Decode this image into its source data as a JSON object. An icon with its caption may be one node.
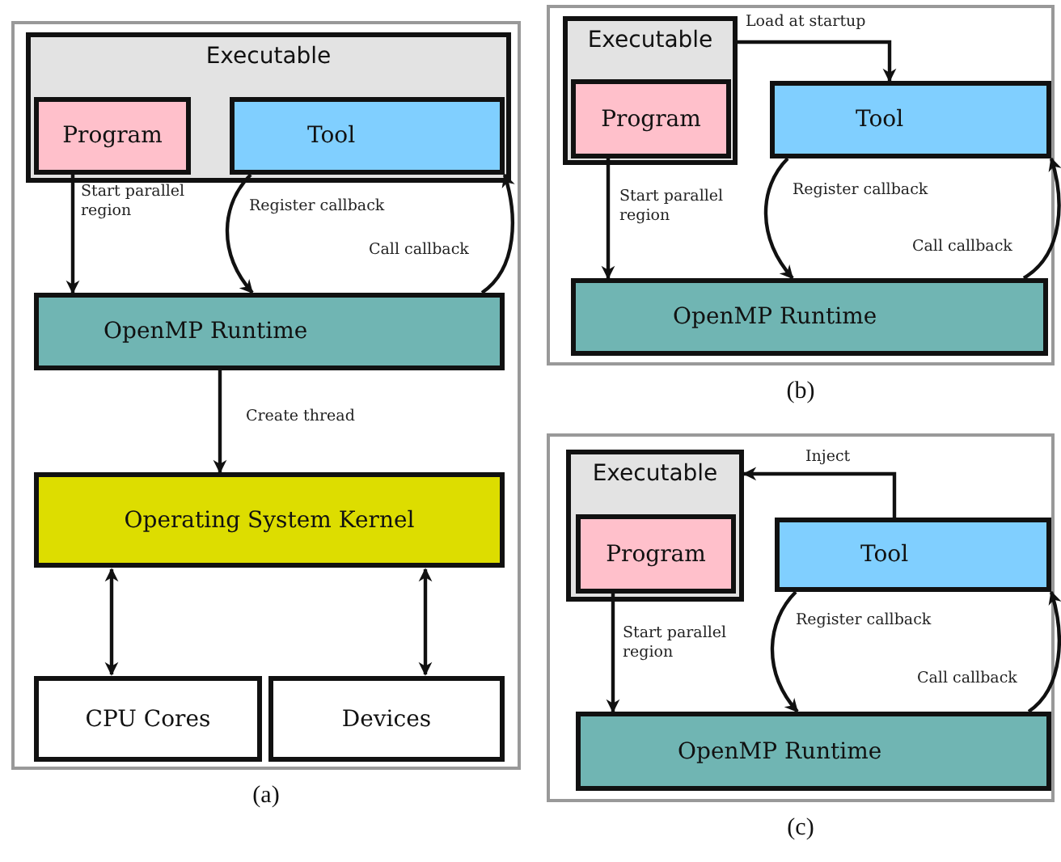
{
  "diagram": {
    "nodes": [
      {
        "text": [],
        "shape": "box",
        "beside": [
          "(a)"
        ]
      },
      {
        "text": [
          "Executable"
        ],
        "in": 0
      },
      {
        "text": [
          "Program"
        ],
        "in": 1
      },
      {
        "text": [
          "Tool"
        ],
        "in": 1
      },
      {
        "text": [
          "OpenMP Runtime"
        ],
        "in": 0
      },
      {
        "text": [
          "Operating System Kernel"
        ],
        "in": 0
      },
      {
        "text": [
          "CPU Cores"
        ],
        "in": 0
      },
      {
        "text": [
          "Devices"
        ],
        "in": 0
      },
      {
        "text": [],
        "shape": "box",
        "beside": [
          "(b)"
        ]
      },
      {
        "text": [
          "Executable"
        ],
        "in": 8
      },
      {
        "text": [
          "Program"
        ],
        "in": 9
      },
      {
        "text": [
          "Tool"
        ],
        "in": 8
      },
      {
        "text": [
          "OpenMP Runtime"
        ],
        "in": 8
      },
      {
        "text": [],
        "shape": "box",
        "beside": [
          "(c)"
        ]
      },
      {
        "text": [
          "Executable"
        ],
        "in": 13
      },
      {
        "text": [
          "Program"
        ],
        "in": 14
      },
      {
        "text": [
          "Tool"
        ],
        "in": 13
      },
      {
        "text": [
          "OpenMP Runtime"
        ],
        "in": 13
      }
    ],
    "edges": [
      {
        "from": 2,
        "to": 4,
        "arrow": "to",
        "label": "Start parallel region"
      },
      {
        "from": 3,
        "to": 4,
        "arrow": "to",
        "label": "Register callback"
      },
      {
        "from": 4,
        "to": 3,
        "arrow": "to",
        "label": "Call callback"
      },
      {
        "from": 4,
        "to": 5,
        "arrow": "to",
        "label": "Create thread"
      },
      {
        "from": 5,
        "to": 6,
        "arrow": "both"
      },
      {
        "from": 5,
        "to": 7,
        "arrow": "both"
      },
      {
        "from": 9,
        "to": 11,
        "arrow": "to",
        "label": "Load at startup"
      },
      {
        "from": 10,
        "to": 12,
        "arrow": "to",
        "label": "Start parallel region"
      },
      {
        "from": 11,
        "to": 12,
        "arrow": "to",
        "label": "Register callback"
      },
      {
        "from": 12,
        "to": 11,
        "arrow": "to",
        "label": "Call callback"
      },
      {
        "from": 16,
        "to": 14,
        "arrow": "to",
        "label": "Inject"
      },
      {
        "from": 15,
        "to": 17,
        "arrow": "to",
        "label": "Start parallel region"
      },
      {
        "from": 16,
        "to": 17,
        "arrow": "to",
        "label": "Register callback"
      },
      {
        "from": 17,
        "to": 16,
        "arrow": "to",
        "label": "Call callback"
      }
    ]
  }
}
